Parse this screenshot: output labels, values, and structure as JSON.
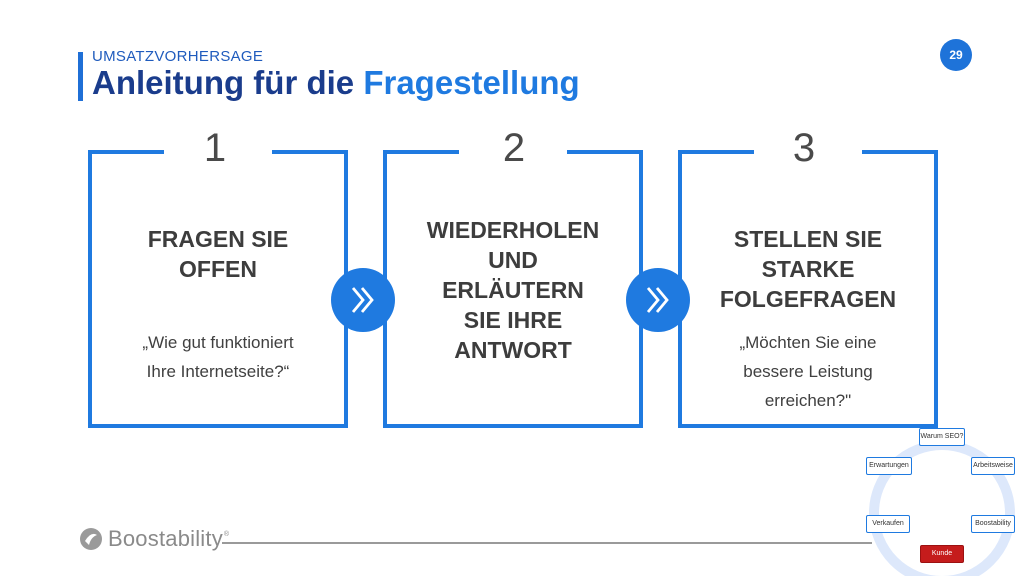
{
  "header": {
    "subtitle": "UMSATZVORHERSAGE",
    "title_part1": "Anleitung für die ",
    "title_part2": "Fragestellung",
    "page_number": "29"
  },
  "steps": [
    {
      "number": "1",
      "heading_lines": [
        "FRAGEN SIE",
        "OFFEN"
      ],
      "quote_lines": [
        "„Wie gut funktioniert",
        "Ihre Internetseite?“"
      ]
    },
    {
      "number": "2",
      "heading_lines": [
        "WIEDERHOLEN",
        "UND",
        "ERLÄUTERN",
        "SIE IHRE",
        "ANTWORT"
      ],
      "quote_lines": []
    },
    {
      "number": "3",
      "heading_lines": [
        "STELLEN SIE",
        "STARKE",
        "FOLGEFRAGEN"
      ],
      "quote_lines": [
        "„Möchten Sie eine",
        "bessere Leistung",
        "erreichen?\""
      ]
    }
  ],
  "footer": {
    "logo_text": "Boostability",
    "logo_tm": "®"
  },
  "cycle": {
    "nodes": [
      "Warum SEO?",
      "Arbeitsweise",
      "Boostability",
      "Kunde",
      "Verkaufen",
      "Erwartungen"
    ]
  },
  "colors": {
    "accent": "#1f7ae0",
    "title": "#1a3c8c",
    "kunde": "#c51c1c"
  },
  "icons": {
    "arrow": "double-chevron-right-icon",
    "logo": "boostability-logo-icon"
  }
}
